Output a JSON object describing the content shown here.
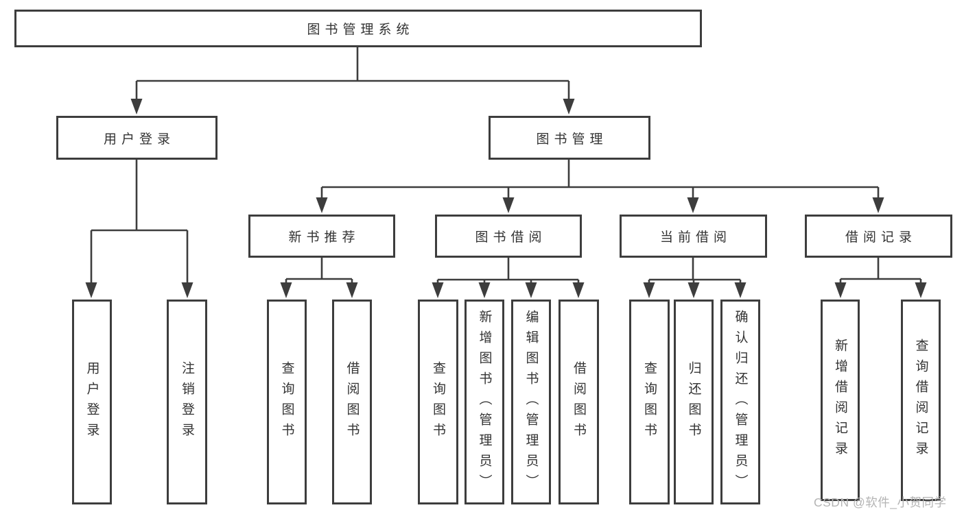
{
  "tree": {
    "label": "图书管理系统",
    "children": [
      {
        "label": "用户登录",
        "children": [
          {
            "label": "用户登录"
          },
          {
            "label": "注销登录"
          }
        ]
      },
      {
        "label": "图书管理",
        "children": [
          {
            "label": "新书推荐",
            "children": [
              {
                "label": "查询图书"
              },
              {
                "label": "借阅图书"
              }
            ]
          },
          {
            "label": "图书借阅",
            "children": [
              {
                "label": "查询图书"
              },
              {
                "label": "新增图书（管理员）"
              },
              {
                "label": "编辑图书（管理员）"
              },
              {
                "label": "借阅图书"
              }
            ]
          },
          {
            "label": "当前借阅",
            "children": [
              {
                "label": "查询图书"
              },
              {
                "label": "归还图书"
              },
              {
                "label": "确认归还（管理员）"
              }
            ]
          },
          {
            "label": "借阅记录",
            "children": [
              {
                "label": "新增借阅记录"
              },
              {
                "label": "查询借阅记录"
              }
            ]
          }
        ]
      }
    ]
  },
  "watermark": "CSDN @软件_小贺同学",
  "colors": {
    "line": "#3d3d3d",
    "text": "#333333",
    "watermark": "#b4b4b4",
    "background": "#ffffff"
  }
}
